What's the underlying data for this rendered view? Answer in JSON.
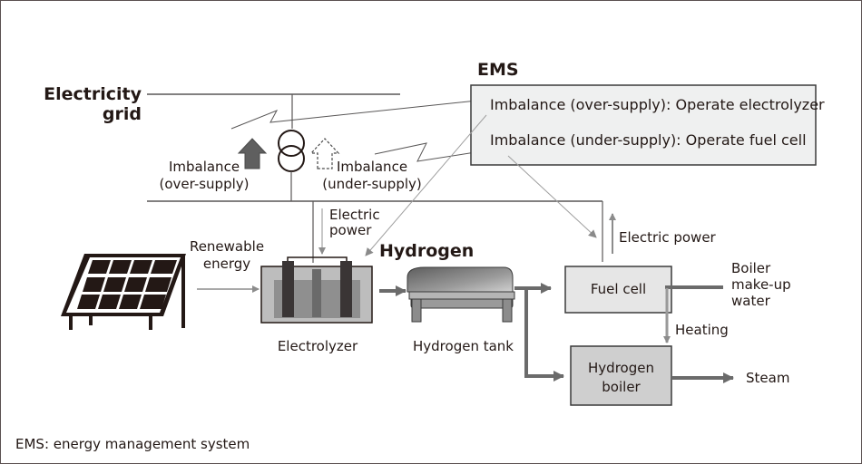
{
  "diagram": {
    "grid": {
      "line1": "Electricity",
      "line2": "grid"
    },
    "ems": {
      "title": "EMS",
      "rules": [
        "Imbalance (over-supply): Operate electrolyzer",
        "Imbalance (under-supply): Operate fuel cell"
      ]
    },
    "imbalance_over": {
      "line1": "Imbalance",
      "line2": "(over-supply)"
    },
    "imbalance_under": {
      "line1": "Imbalance",
      "line2": "(under-supply)"
    },
    "electric_power_in": {
      "line1": "Electric",
      "line2": "power"
    },
    "renewable": {
      "line1": "Renewable",
      "line2": "energy"
    },
    "hydrogen_label": "Hydrogen",
    "electric_power_out": "Electric power",
    "electrolyzer": "Electrolyzer",
    "hydrogen_tank": "Hydrogen tank",
    "fuel_cell": "Fuel cell",
    "boiler_water": {
      "line1": "Boiler",
      "line2": "make-up",
      "line3": "water"
    },
    "heating": "Heating",
    "hydrogen_boiler": {
      "line1": "Hydrogen",
      "line2": "boiler"
    },
    "steam": "Steam",
    "footnote": "EMS: energy management system",
    "colors": {
      "ink": "#231815",
      "line": "#595757",
      "thin_line": "#9e9e9e",
      "ems_fill": "#eff0f0",
      "fuel_cell_fill": "#e6e6e6",
      "boiler_fill": "#cfcfcf",
      "arrow": "#6b6b6b",
      "electrode": "#3a3535"
    }
  }
}
